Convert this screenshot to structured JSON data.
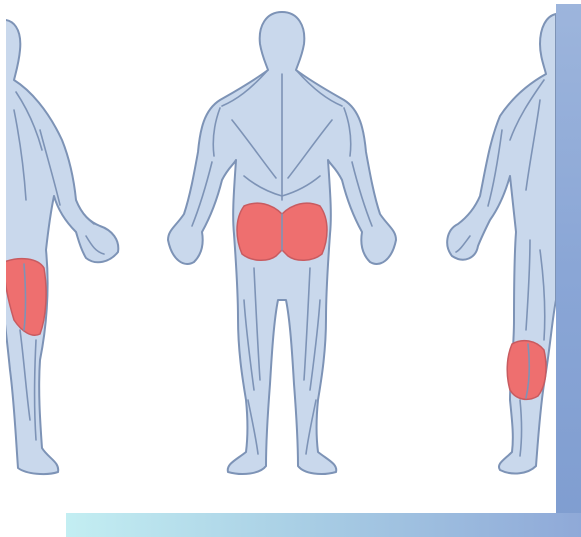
{
  "figure": {
    "panels": [
      {
        "view": "side-left",
        "highlighted_muscle": "hamstrings",
        "highlight_color": "#ee6f6f"
      },
      {
        "view": "back",
        "highlighted_muscle": "glutes",
        "highlight_color": "#ee6f6f"
      },
      {
        "view": "side-right",
        "highlighted_muscle": "calves",
        "highlight_color": "#ee6f6f"
      }
    ],
    "body_color": "#c9d8ec",
    "outline_color": "#7d93b6",
    "frame_colors": [
      "#c3eef2",
      "#8fa9d8"
    ]
  }
}
